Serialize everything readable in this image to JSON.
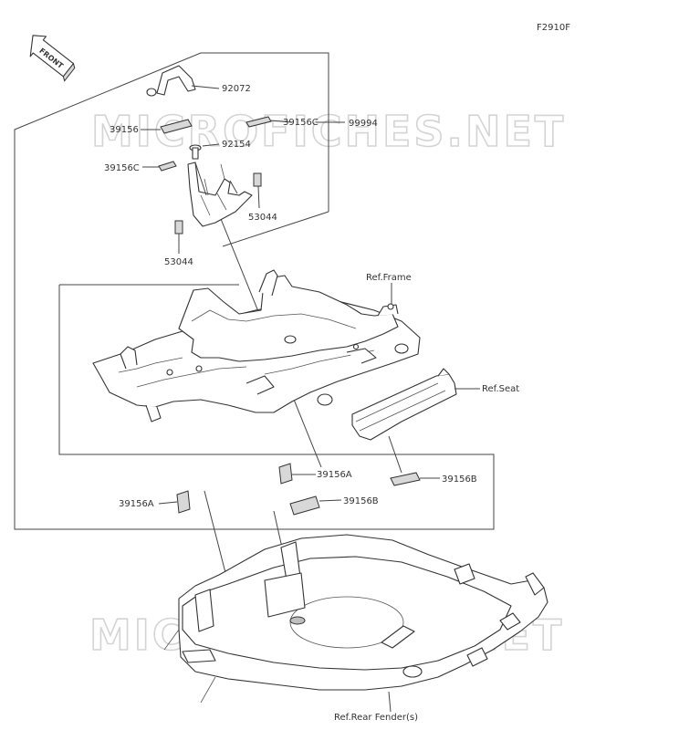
{
  "diagram": {
    "code": "F2910F",
    "watermark_text": "MICROFICHES.NET",
    "front_label": "FRONT"
  },
  "labels": {
    "p92072": "92072",
    "p39156_left": "39156",
    "p39156c_right": "39156C",
    "p99994": "99994",
    "p92154": "92154",
    "p39156c_left": "39156C",
    "p53044_right": "53044",
    "p53044_left": "53044",
    "ref_frame": "Ref.Frame",
    "ref_seat": "Ref.Seat",
    "p39156a_upper": "39156A",
    "p39156b_right": "39156B",
    "p39156a_left": "39156A",
    "p39156b_mid": "39156B",
    "ref_rear_fender": "Ref.Rear Fender(s)"
  },
  "colors": {
    "line": "#333333",
    "watermark": "#d4d4d4",
    "pad": "#d8d8d8"
  }
}
